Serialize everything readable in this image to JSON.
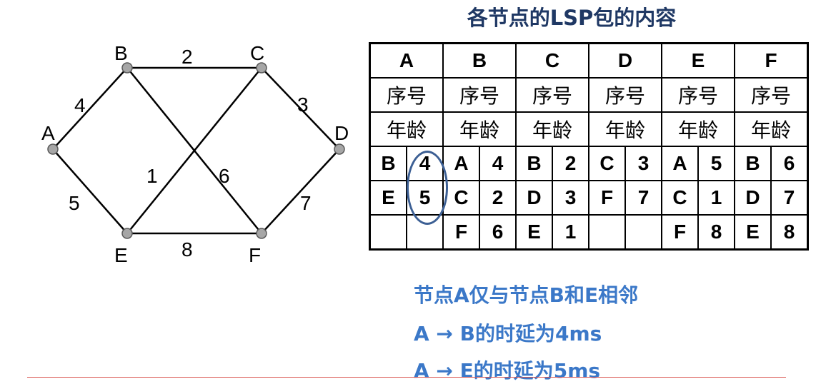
{
  "graph": {
    "nodes": [
      {
        "id": "A",
        "label": "A"
      },
      {
        "id": "B",
        "label": "B"
      },
      {
        "id": "C",
        "label": "C"
      },
      {
        "id": "D",
        "label": "D"
      },
      {
        "id": "E",
        "label": "E"
      },
      {
        "id": "F",
        "label": "F"
      }
    ],
    "edges": [
      {
        "from": "B",
        "to": "C",
        "weight": "2"
      },
      {
        "from": "A",
        "to": "B",
        "weight": "4"
      },
      {
        "from": "C",
        "to": "D",
        "weight": "3"
      },
      {
        "from": "A",
        "to": "E",
        "weight": "5"
      },
      {
        "from": "C",
        "to": "E",
        "weight": "1"
      },
      {
        "from": "B",
        "to": "F",
        "weight": "6"
      },
      {
        "from": "D",
        "to": "F",
        "weight": "7"
      },
      {
        "from": "E",
        "to": "F",
        "weight": "8"
      }
    ],
    "colors": {
      "node_fill": "#a6a6a6",
      "node_stroke": "#595959",
      "edge": "#000000"
    }
  },
  "table": {
    "title": "各节点的LSP包的内容",
    "seq_label": "序号",
    "age_label": "年龄",
    "columns": [
      {
        "header": "A",
        "rows": [
          [
            "B",
            "4"
          ],
          [
            "E",
            "5"
          ],
          [
            "",
            ""
          ]
        ]
      },
      {
        "header": "B",
        "rows": [
          [
            "A",
            "4"
          ],
          [
            "C",
            "2"
          ],
          [
            "F",
            "6"
          ]
        ]
      },
      {
        "header": "C",
        "rows": [
          [
            "B",
            "2"
          ],
          [
            "D",
            "3"
          ],
          [
            "E",
            "1"
          ]
        ]
      },
      {
        "header": "D",
        "rows": [
          [
            "C",
            "3"
          ],
          [
            "F",
            "7"
          ],
          [
            "",
            ""
          ]
        ]
      },
      {
        "header": "E",
        "rows": [
          [
            "A",
            "5"
          ],
          [
            "C",
            "1"
          ],
          [
            "F",
            "8"
          ]
        ]
      },
      {
        "header": "F",
        "rows": [
          [
            "B",
            "6"
          ],
          [
            "D",
            "7"
          ],
          [
            "E",
            "8"
          ]
        ]
      }
    ],
    "highlight_color": "#3c5f94"
  },
  "notes": {
    "line1": "节点A仅与节点B和E相邻",
    "line2": "A → B的时延为4ms",
    "line3": "A → E的时延为5ms",
    "color": "#3b78c8"
  }
}
